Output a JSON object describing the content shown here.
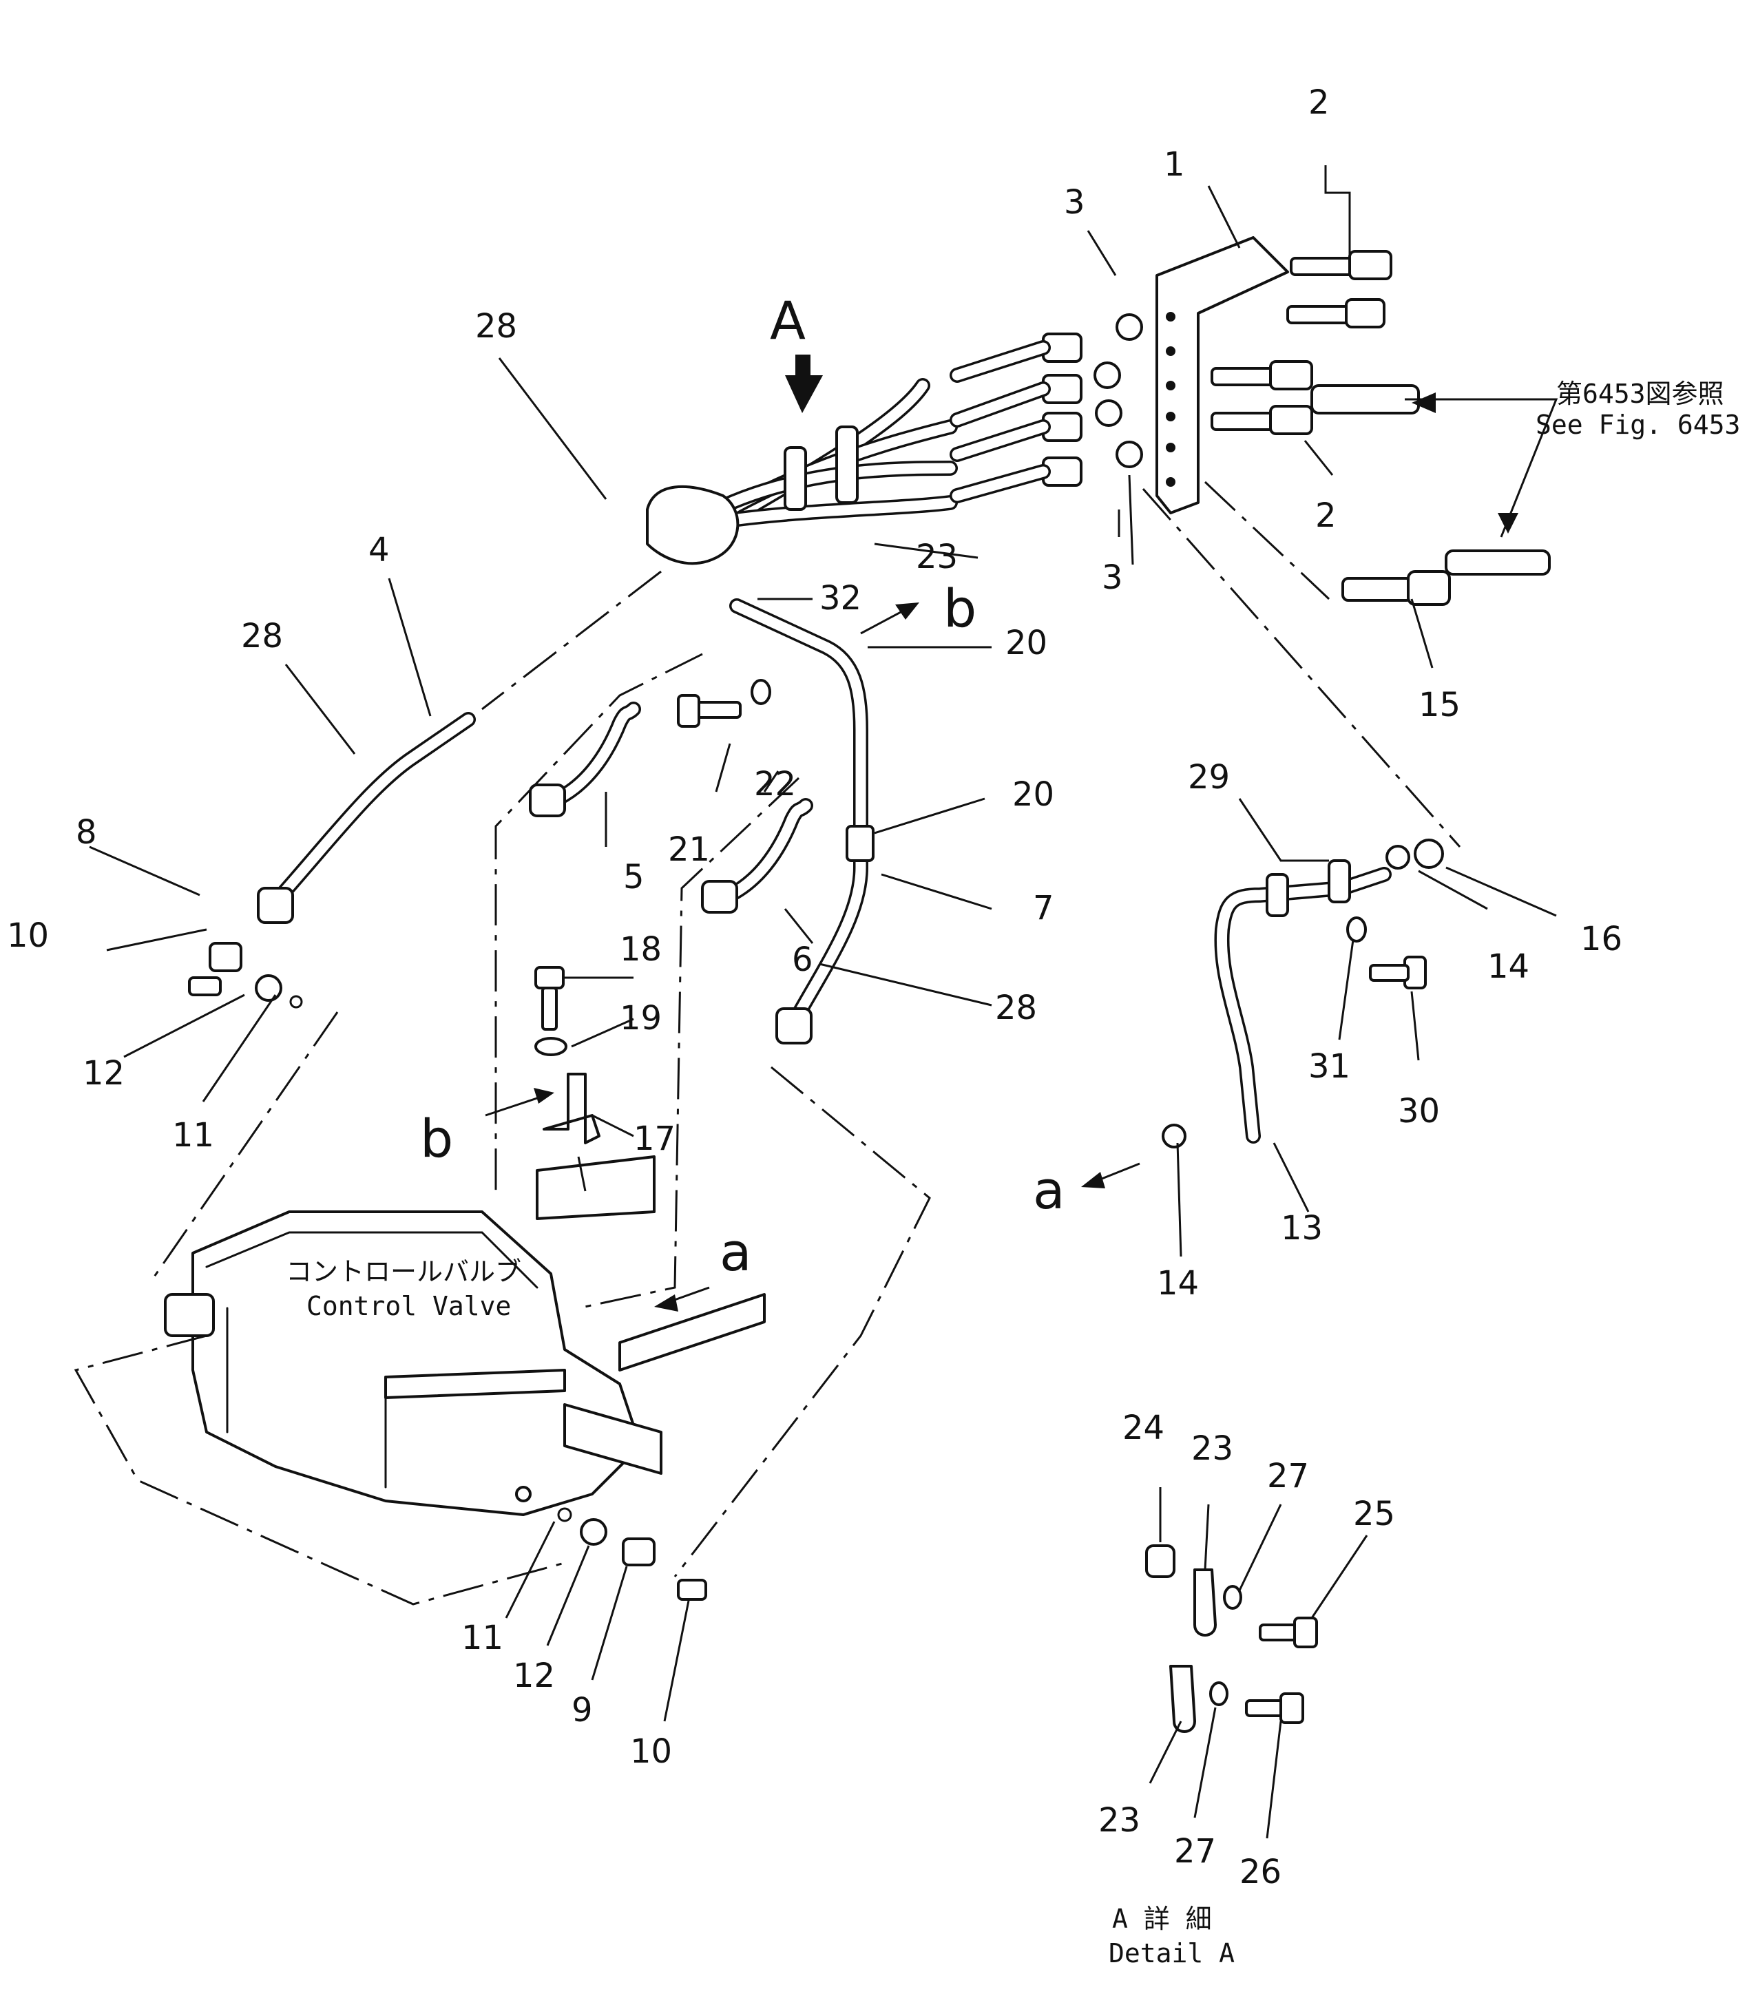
{
  "diagram": {
    "callouts": {
      "c1": "1",
      "c2a": "2",
      "c2b": "2",
      "c3a": "3",
      "c3b": "3",
      "c4": "4",
      "c5": "5",
      "c6": "6",
      "c7": "7",
      "c8": "8",
      "c9": "9",
      "c10a": "10",
      "c10b": "10",
      "c11a": "11",
      "c11b": "11",
      "c12a": "12",
      "c12b": "12",
      "c13": "13",
      "c14a": "14",
      "c14b": "14",
      "c15": "15",
      "c16": "16",
      "c17": "17",
      "c18": "18",
      "c19": "19",
      "c20a": "20",
      "c20b": "20",
      "c21": "21",
      "c22": "22",
      "c23a": "23",
      "c23b": "23",
      "c23c": "23",
      "c24": "24",
      "c25": "25",
      "c26": "26",
      "c27a": "27",
      "c27b": "27",
      "c28a": "28",
      "c28b": "28",
      "c28c": "28",
      "c29": "29",
      "c30": "30",
      "c31": "31",
      "c32": "32"
    },
    "view_markers": {
      "view_a": "A",
      "conn_b_top": "b",
      "conn_b_left": "b",
      "conn_a_valve": "a",
      "conn_a_right": "a"
    },
    "reference_note": {
      "jp": "第6453図参照",
      "en": "See Fig. 6453"
    },
    "control_valve_label": {
      "jp": "コントロールバルブ",
      "en": "Control Valve"
    },
    "detail_label": {
      "jp": "A 詳 細",
      "en": "Detail A"
    }
  }
}
